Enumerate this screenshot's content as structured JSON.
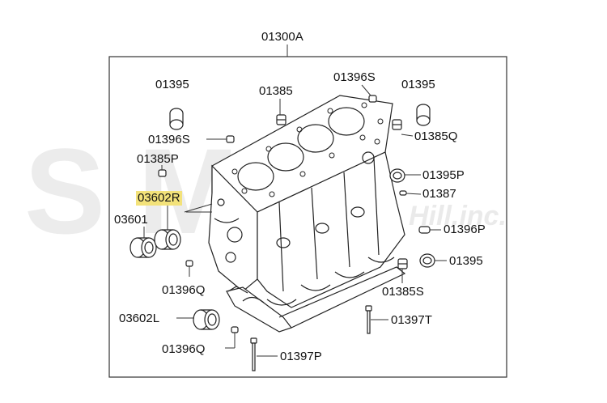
{
  "watermark": {
    "main": "SMP",
    "sub": "Hill.inc."
  },
  "title_label": "01300A",
  "part_labels": {
    "p01395_a": "01395",
    "p01385": "01385",
    "p01396S_top": "01396S",
    "p01395_b": "01395",
    "p01396S_left": "01396S",
    "p01385Q": "01385Q",
    "p01385P": "01385P",
    "p03602R": "03602R",
    "p01395P": "01395P",
    "p01387": "01387",
    "p03601": "03601",
    "p01396P": "01396P",
    "p01395_c": "01395",
    "p01396Q_a": "01396Q",
    "p01385S": "01385S",
    "p03602L": "03602L",
    "p01397T": "01397T",
    "p01396Q_b": "01396Q",
    "p01397P": "01397P"
  },
  "highlight_color": "#f3e27a"
}
